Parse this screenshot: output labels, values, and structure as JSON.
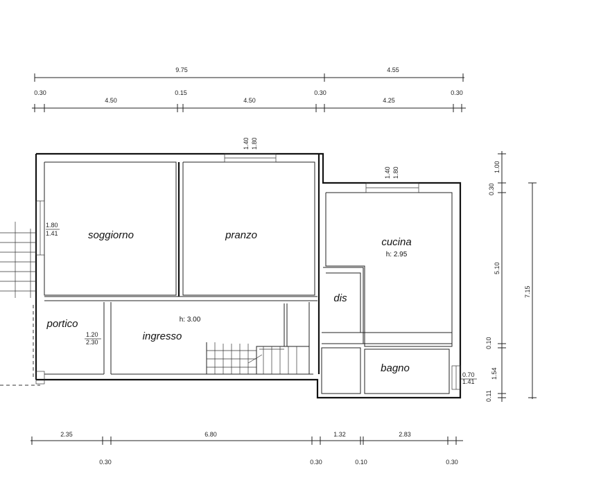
{
  "top_dims": {
    "overall": [
      "9.75",
      "4.55"
    ],
    "walls_top": [
      "0.30",
      "0.15",
      "0.30",
      "0.30"
    ],
    "rooms_top": [
      "4.50",
      "4.50",
      "4.25"
    ]
  },
  "windows": {
    "pranzo": [
      "1.40",
      "1.80"
    ],
    "cucina": [
      "1.40",
      "1.80"
    ],
    "soggiorno": [
      "1.80",
      "1.41"
    ],
    "portico": [
      "1.20",
      "2.30"
    ],
    "bagno": [
      "0.70",
      "1.41"
    ]
  },
  "rooms": {
    "soggiorno": "soggiorno",
    "pranzo": "pranzo",
    "cucina": "cucina",
    "cucina_height": "h: 2.95",
    "dis": "dis",
    "portico": "portico",
    "ingresso": "ingresso",
    "ingresso_height": "h: 3.00",
    "bagno": "bagno"
  },
  "right_dims": [
    "1.00",
    "0.30",
    "5.10",
    "0.10",
    "1.54",
    "0.11",
    "7.15"
  ],
  "bottom_dims": {
    "rooms": [
      "2.35",
      "6.80",
      "1.32",
      "2.83"
    ],
    "walls": [
      "0.30",
      "0.30",
      "0.10",
      "0.30"
    ]
  }
}
